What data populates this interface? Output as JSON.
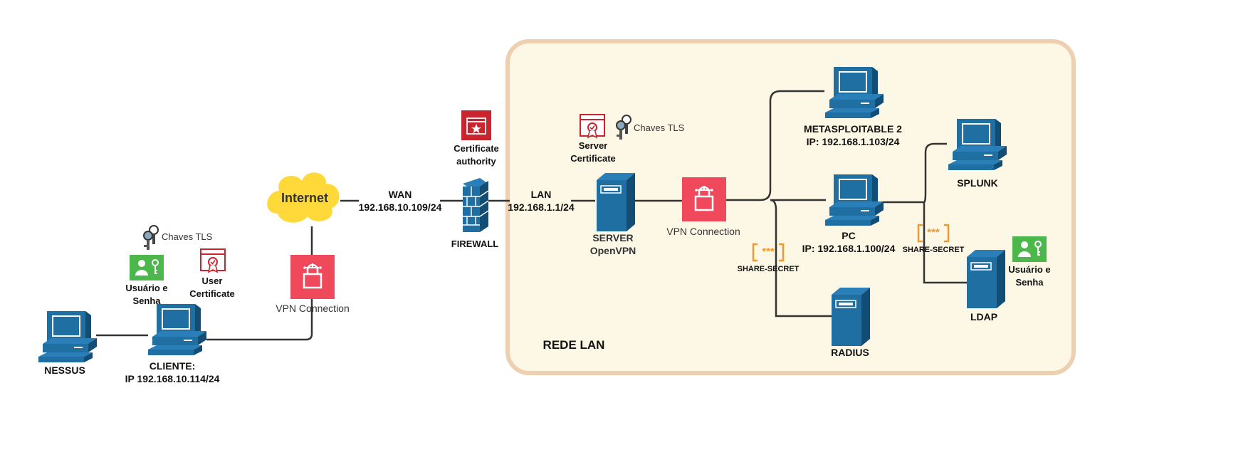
{
  "lan_zone": {
    "label": "REDE LAN"
  },
  "nodes": {
    "nessus": "NESSUS",
    "cliente": {
      "line1": "CLIENTE:",
      "line2": "IP 192.168.10.114/24"
    },
    "internet": "Internet",
    "wan": {
      "line1": "WAN",
      "line2": "192.168.10.109/24"
    },
    "firewall": "FIREWALL",
    "certificate_authority": {
      "line1": "Certificate",
      "line2": "authority"
    },
    "lan": {
      "line1": "LAN",
      "line2": "192.168.1.1/24"
    },
    "server": {
      "line1": "SERVER",
      "line2": "OpenVPN"
    },
    "server_certificate": {
      "line1": "Server",
      "line2": "Certificate"
    },
    "metasploitable": {
      "line1": "METASPLOITABLE 2",
      "line2": "IP: 192.168.1.103/24"
    },
    "pc": {
      "line1": "PC",
      "line2": "IP: 192.168.1.100/24"
    },
    "splunk": "SPLUNK",
    "radius": "RADIUS",
    "ldap": "LDAP"
  },
  "client_side": {
    "chaves_tls": "Chaves TLS",
    "usuario_senha": {
      "line1": "Usuário e",
      "line2": "Senha"
    },
    "user_certificate": {
      "line1": "User",
      "line2": "Certificate"
    },
    "vpn_connection": "VPN Connection"
  },
  "server_side": {
    "chaves_tls": "Chaves TLS",
    "vpn_connection": "VPN Connection"
  },
  "share_secret": {
    "left": {
      "symbol": "***",
      "label": "SHARE-SECRET"
    },
    "right": {
      "symbol": "***",
      "label": "SHARE-SECRET"
    }
  },
  "ldap_credentials": {
    "line1": "Usuário e",
    "line2": "Senha"
  },
  "colors": {
    "device_blue": "#1f6fa3",
    "device_dark": "#124d75",
    "vpn_red": "#f0495b",
    "cert_red": "#c9252f",
    "user_green": "#4cb84c",
    "lan_bg": "#fdf8e6",
    "lan_border": "#eecfb0",
    "cloud_yellow": "#ffd93a",
    "secret_orange": "#f2992e",
    "line": "#333333"
  }
}
